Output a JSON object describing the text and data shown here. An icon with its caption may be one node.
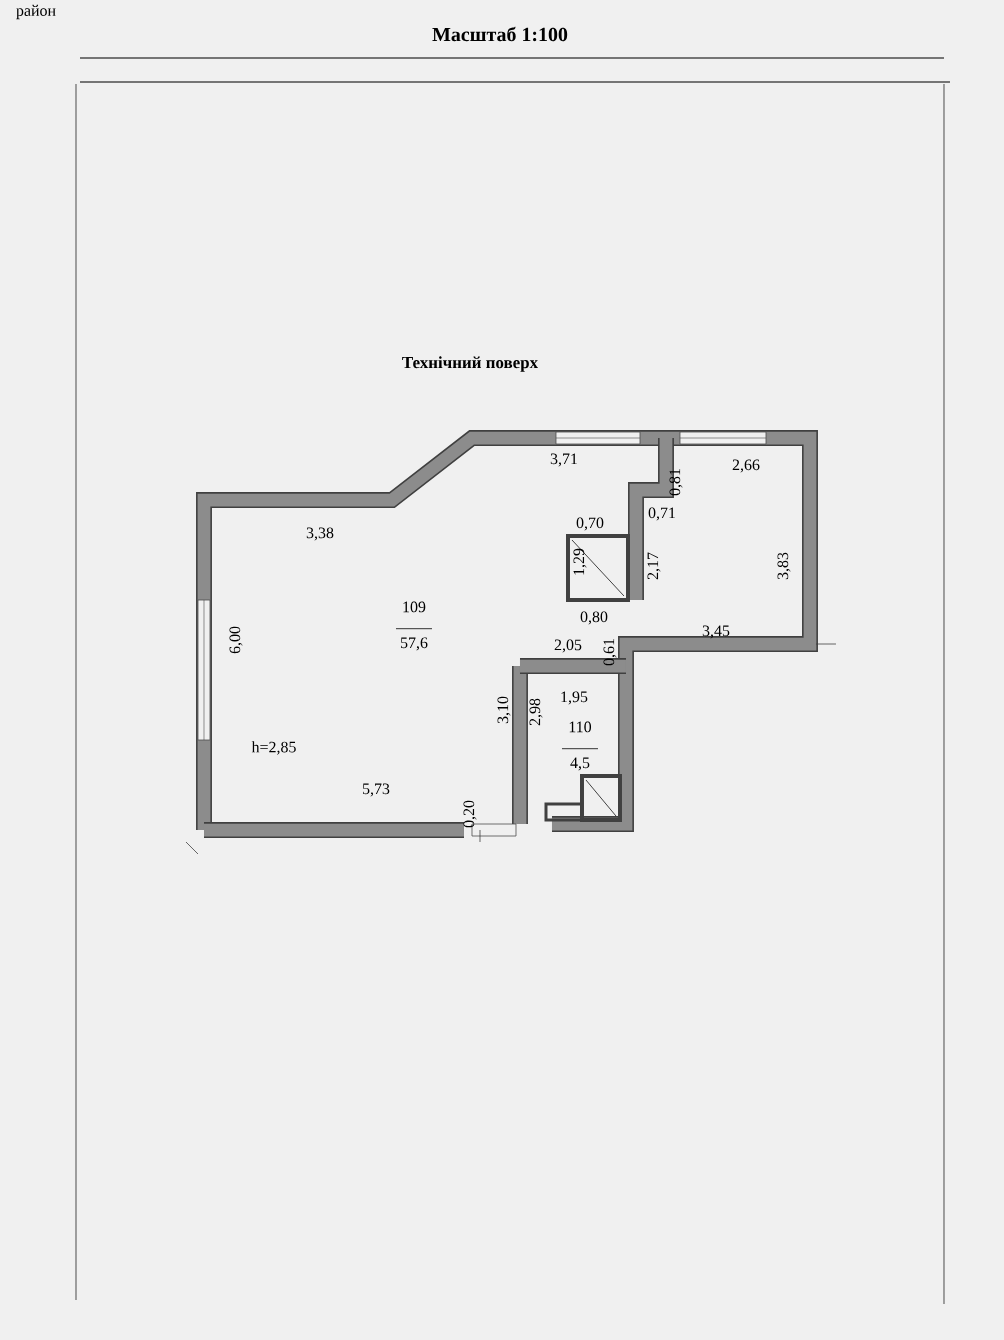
{
  "diagram": {
    "title": "Технічний поверх",
    "nodes": [
      {
        "text": [
          "109",
          "57,6"
        ]
      },
      {
        "text": [
          "110",
          "4,5"
        ]
      }
    ],
    "labels": [
      "район",
      "Масштаб 1:100",
      "3,71",
      "0,81",
      "2,66",
      "3,38",
      "0,71",
      "0,70",
      "1,29",
      "2,17",
      "3,83",
      "0,80",
      "6,00",
      "3,45",
      "2,05",
      "0,61",
      "1,95",
      "3,10",
      "2,98",
      "h=2,85",
      "5,73",
      "0,20"
    ]
  }
}
